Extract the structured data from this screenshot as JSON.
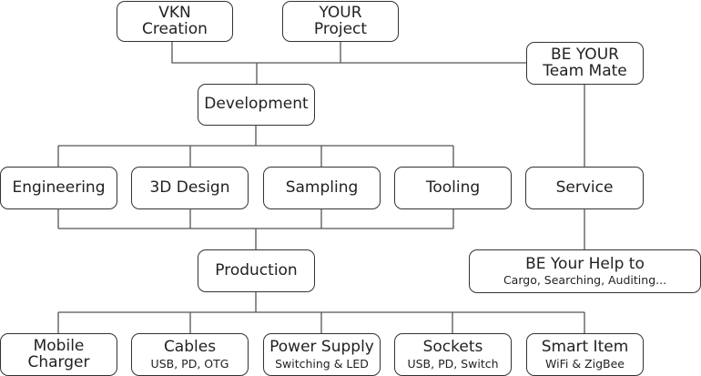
{
  "diagram": {
    "nodes": {
      "vkn": {
        "line1": "VKN",
        "line2": "Creation"
      },
      "your_project": {
        "line1": "YOUR",
        "line2": "Project"
      },
      "team_mate": {
        "line1": "BE YOUR",
        "line2": "Team Mate"
      },
      "development": {
        "label": "Development"
      },
      "engineering": {
        "label": "Engineering"
      },
      "design3d": {
        "label": "3D Design"
      },
      "sampling": {
        "label": "Sampling"
      },
      "tooling": {
        "label": "Tooling"
      },
      "service": {
        "label": "Service"
      },
      "help": {
        "label": "BE Your Help to",
        "sub": "Cargo, Searching, Auditing..."
      },
      "production": {
        "label": "Production"
      },
      "mobile_charger": {
        "line1": "Mobile",
        "line2": "Charger"
      },
      "cables": {
        "label": "Cables",
        "sub": "USB, PD, OTG"
      },
      "power_supply": {
        "label": "Power Supply",
        "sub": "Switching & LED"
      },
      "sockets": {
        "label": "Sockets",
        "sub": "USB, PD, Switch"
      },
      "smart_item": {
        "label": "Smart Item",
        "sub": "WiFi & ZigBee"
      }
    },
    "colors": {
      "line": "#555555",
      "border": "#333333",
      "text": "#222222"
    }
  }
}
